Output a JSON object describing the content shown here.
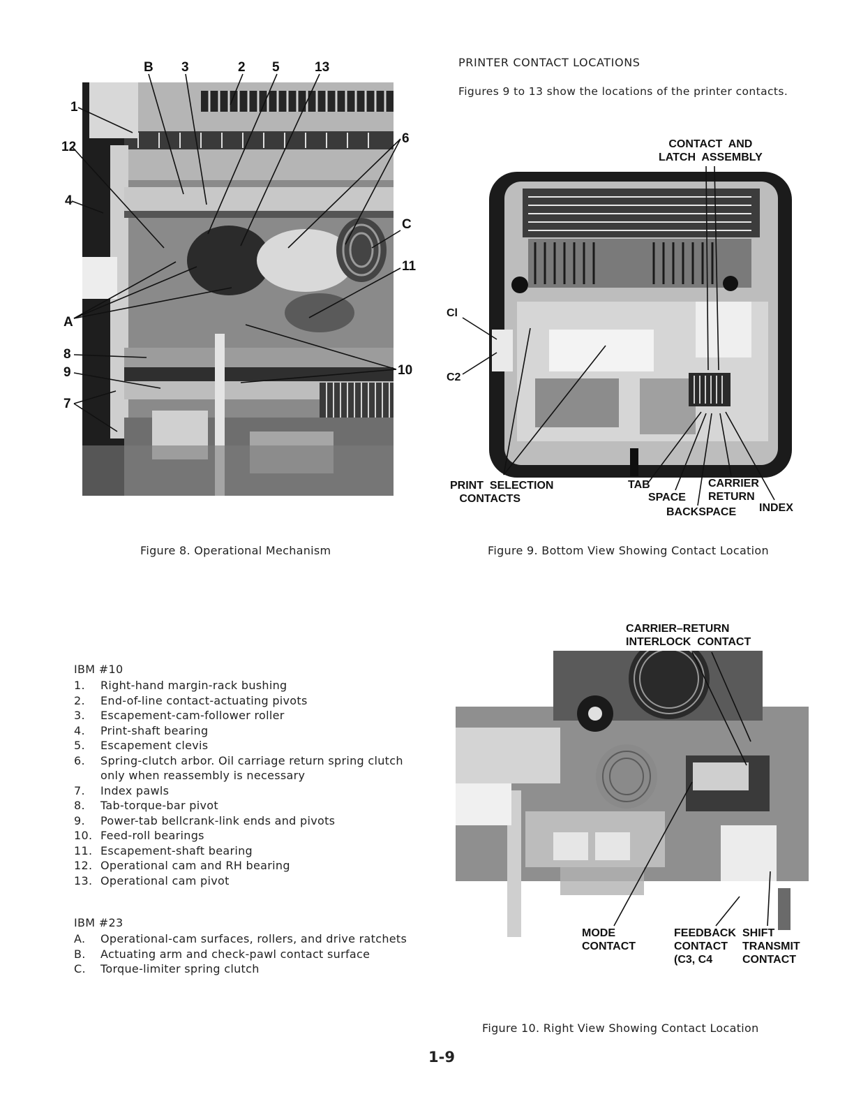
{
  "figure8": {
    "caption": "Figure 8.  Operational Mechanism",
    "callouts": [
      "B",
      "3",
      "2",
      "5",
      "13",
      "1",
      "12",
      "4",
      "6",
      "C",
      "11",
      "A",
      "8",
      "9",
      "10",
      "7"
    ]
  },
  "section": {
    "heading": "PRINTER CONTACT LOCATIONS",
    "intro": "Figures 9 to 13 show the locations of the printer contacts."
  },
  "figure9": {
    "caption": "Figure 9.  Bottom View Showing Contact Location",
    "labels": {
      "contact_latch": "CONTACT  AND\nLATCH  ASSEMBLY",
      "c1": "Cl",
      "c2": "C2",
      "print_selection": "PRINT  SELECTION\n   CONTACTS",
      "tab": "TAB",
      "space": "SPACE",
      "backspace": "BACKSPACE",
      "carrier_return": "CARRIER\nRETURN",
      "index": "INDEX"
    }
  },
  "figure10": {
    "caption": "Figure 10.  Right View Showing Contact Location",
    "labels": {
      "cr_interlock": "CARRIER–RETURN\nINTERLOCK  CONTACT",
      "mode": "MODE\nCONTACT",
      "feedback": "FEEDBACK\nCONTACT\n(C3, C4",
      "shift": "SHIFT\nTRANSMIT\nCONTACT"
    }
  },
  "lube_lists": {
    "ibm10": {
      "title": "IBM #10",
      "items": [
        {
          "num": "1.",
          "text": "Right-hand margin-rack bushing"
        },
        {
          "num": "2.",
          "text": "End-of-line contact-actuating pivots"
        },
        {
          "num": "3.",
          "text": "Escapement-cam-follower roller"
        },
        {
          "num": "4.",
          "text": "Print-shaft bearing"
        },
        {
          "num": "5.",
          "text": "Escapement clevis"
        },
        {
          "num": "6.",
          "text": "Spring-clutch arbor.  Oil carriage return spring clutch only when reassembly is necessary"
        },
        {
          "num": "7.",
          "text": "Index pawls"
        },
        {
          "num": "8.",
          "text": "Tab-torque-bar pivot"
        },
        {
          "num": "9.",
          "text": "Power-tab bellcrank-link ends and pivots"
        },
        {
          "num": "10.",
          "text": "Feed-roll bearings"
        },
        {
          "num": "11.",
          "text": "Escapement-shaft bearing"
        },
        {
          "num": "12.",
          "text": "Operational cam and RH bearing"
        },
        {
          "num": "13.",
          "text": "Operational cam pivot"
        }
      ]
    },
    "ibm23": {
      "title": "IBM #23",
      "items": [
        {
          "num": "A.",
          "text": "Operational-cam surfaces, rollers, and drive ratchets"
        },
        {
          "num": "B.",
          "text": "Actuating arm and check-pawl contact surface"
        },
        {
          "num": "C.",
          "text": "Torque-limiter spring clutch"
        }
      ]
    }
  },
  "page_number": "1-9"
}
